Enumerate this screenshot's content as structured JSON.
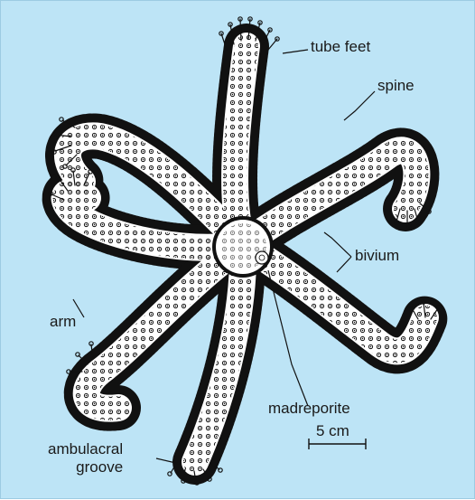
{
  "labels": {
    "tube_feet": "tube feet",
    "spine": "spine",
    "bivium": "bivium",
    "arm": "arm",
    "madreporite": "madreporite",
    "ambulacral_line1": "ambulacral",
    "ambulacral_line2": "groove",
    "scale": "5 cm"
  },
  "colors": {
    "background": "#bde4f6",
    "body_fill": "#ffffff",
    "ink": "#111111"
  }
}
